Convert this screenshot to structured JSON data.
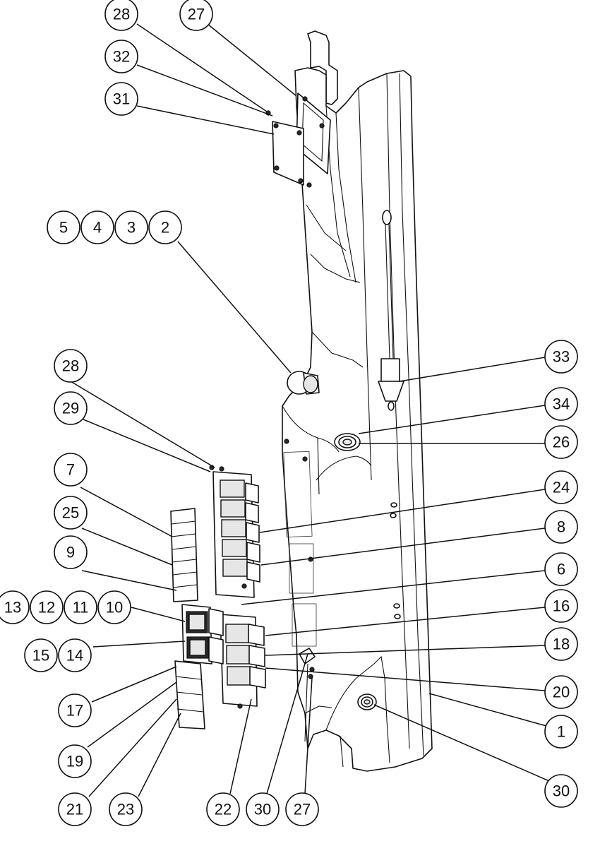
{
  "callouts": [
    {
      "id": "c-28-top",
      "label": "28"
    },
    {
      "id": "c-27-top",
      "label": "27"
    },
    {
      "id": "c-32",
      "label": "32"
    },
    {
      "id": "c-31",
      "label": "31"
    },
    {
      "id": "c-5",
      "label": "5"
    },
    {
      "id": "c-4",
      "label": "4"
    },
    {
      "id": "c-3",
      "label": "3"
    },
    {
      "id": "c-2",
      "label": "2"
    },
    {
      "id": "c-33",
      "label": "33"
    },
    {
      "id": "c-28-mid",
      "label": "28"
    },
    {
      "id": "c-29",
      "label": "29"
    },
    {
      "id": "c-34",
      "label": "34"
    },
    {
      "id": "c-26",
      "label": "26"
    },
    {
      "id": "c-7",
      "label": "7"
    },
    {
      "id": "c-24",
      "label": "24"
    },
    {
      "id": "c-25",
      "label": "25"
    },
    {
      "id": "c-8",
      "label": "8"
    },
    {
      "id": "c-9",
      "label": "9"
    },
    {
      "id": "c-6",
      "label": "6"
    },
    {
      "id": "c-13",
      "label": "13"
    },
    {
      "id": "c-12",
      "label": "12"
    },
    {
      "id": "c-11",
      "label": "11"
    },
    {
      "id": "c-10",
      "label": "10"
    },
    {
      "id": "c-16",
      "label": "16"
    },
    {
      "id": "c-15",
      "label": "15"
    },
    {
      "id": "c-14",
      "label": "14"
    },
    {
      "id": "c-18",
      "label": "18"
    },
    {
      "id": "c-20",
      "label": "20"
    },
    {
      "id": "c-17",
      "label": "17"
    },
    {
      "id": "c-1",
      "label": "1"
    },
    {
      "id": "c-19",
      "label": "19"
    },
    {
      "id": "c-30-right",
      "label": "30"
    },
    {
      "id": "c-21",
      "label": "21"
    },
    {
      "id": "c-23",
      "label": "23"
    },
    {
      "id": "c-22",
      "label": "22"
    },
    {
      "id": "c-30-bottom",
      "label": "30"
    },
    {
      "id": "c-27-bottom",
      "label": "27"
    }
  ]
}
